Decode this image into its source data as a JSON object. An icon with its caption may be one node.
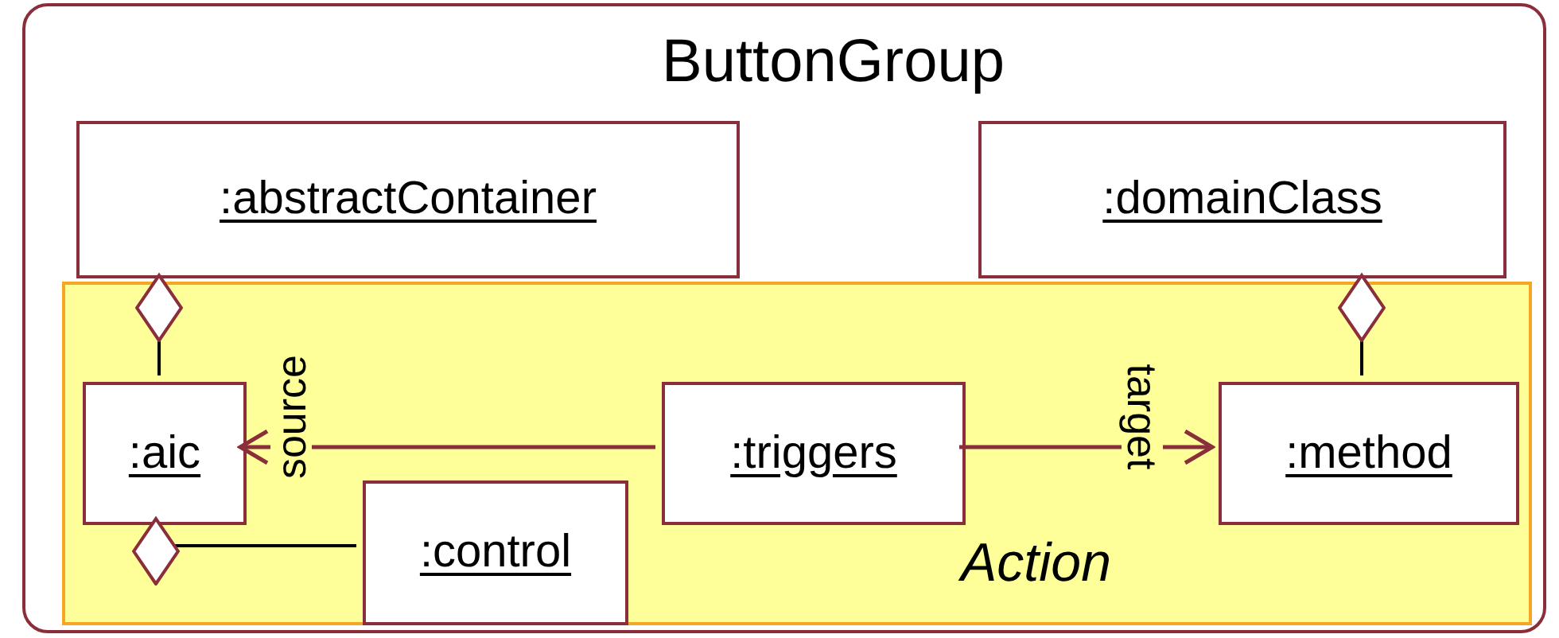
{
  "diagram": {
    "nodes": [
      {
        "text": [
          "ButtonGroup"
        ]
      },
      {
        "text": [
          ":abstractContainer"
        ],
        "in": 0
      },
      {
        "text": [
          ":domainClass"
        ],
        "in": 0
      },
      {
        "text": [
          "Action"
        ],
        "in": 0
      },
      {
        "text": [
          ":aic"
        ],
        "in": 3
      },
      {
        "text": [
          ":triggers"
        ],
        "in": 3
      },
      {
        "text": [
          ":method"
        ],
        "in": 3
      },
      {
        "text": [
          ":control"
        ],
        "in": 3
      }
    ],
    "edges": [
      {
        "from": 4,
        "to": 1,
        "arrow": "other"
      },
      {
        "from": 5,
        "to": 4,
        "arrow": "to",
        "label": "source",
        "color": "#8b2e3c"
      },
      {
        "from": 5,
        "to": 6,
        "arrow": "to",
        "label": "target",
        "color": "#8b2e3c"
      },
      {
        "from": 6,
        "to": 2,
        "arrow": "other"
      },
      {
        "from": 7,
        "to": 4,
        "arrow": "other"
      }
    ]
  }
}
